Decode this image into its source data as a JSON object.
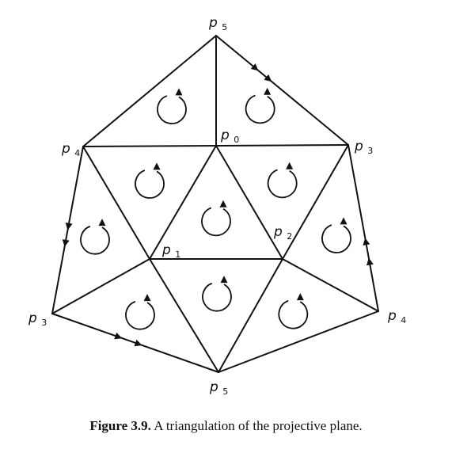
{
  "vertices": {
    "top": "p5",
    "p0": "p0",
    "p1": "p1",
    "p2": "p2",
    "left_upper": "p4",
    "right_upper": "p3",
    "left_lower": "p3",
    "right_lower": "p4",
    "bottom": "p5"
  },
  "caption": {
    "label": "Figure 3.9.",
    "text": "A triangulation of the projective plane."
  }
}
